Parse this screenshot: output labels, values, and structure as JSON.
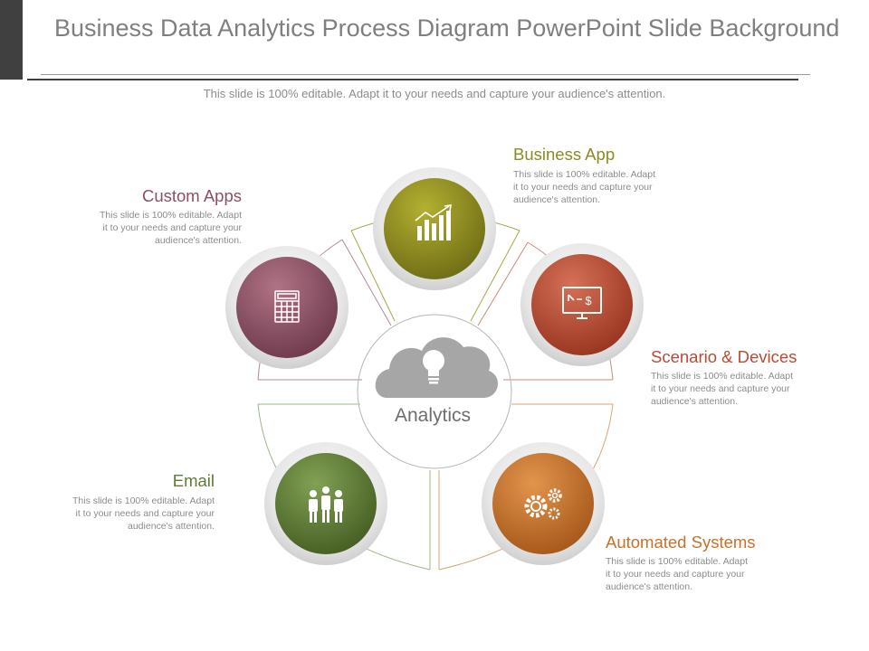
{
  "title": "Business Data Analytics Process Diagram PowerPoint Slide Background",
  "subtitle": "This slide is 100% editable. Adapt it to your needs and capture your audience's attention.",
  "center": {
    "label": "Analytics",
    "icon": "cloud-lightbulb-icon"
  },
  "items": [
    {
      "label": "Business App",
      "color": "#8c8a22",
      "icon": "bar-chart-growth-icon",
      "lines": [
        "This slide is 100% editable. Adapt",
        "it to your needs and capture your",
        "audience's attention."
      ]
    },
    {
      "label": "Scenario & Devices",
      "color": "#b94a35",
      "icon": "monitor-dollar-icon",
      "lines": [
        "This slide is 100% editable. Adapt",
        "it to your needs and capture your",
        "audience's attention."
      ]
    },
    {
      "label": "Automated  Systems",
      "color": "#c5722b",
      "icon": "gears-icon",
      "lines": [
        "This slide is 100% editable. Adapt",
        "it to your needs and capture your",
        "audience's attention."
      ]
    },
    {
      "label": "Email",
      "color": "#5d7b34",
      "icon": "people-group-icon",
      "lines": [
        "This slide is 100% editable. Adapt",
        "it to your needs and capture your",
        "audience's attention."
      ]
    },
    {
      "label": "Custom Apps",
      "color": "#8c4f63",
      "icon": "calculator-icon",
      "lines": [
        "This slide is 100% editable. Adapt",
        "it to your needs and capture your",
        "audience's attention."
      ]
    }
  ]
}
